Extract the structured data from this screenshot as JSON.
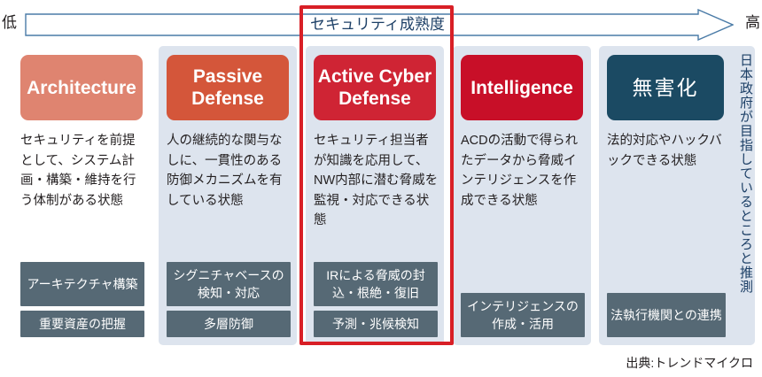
{
  "axis": {
    "low_label": "低",
    "high_label": "高",
    "title": "セキュリティ成熟度",
    "arrow_stroke_color": "#4a7ba7"
  },
  "columns": [
    {
      "header": "Architecture",
      "header_color": "#df8470",
      "header_is_japanese": false,
      "panel_shaded": false,
      "body": "セキュリティを前提として、システム計画・構築・維持を行う体制がある状態",
      "tags": [
        "アーキテクチャ構築",
        "重要資産の把握"
      ]
    },
    {
      "header": "Passive Defense",
      "header_color": "#d4563a",
      "header_is_japanese": false,
      "panel_shaded": true,
      "body": "人の継続的な関与なしに、一貫性のある防御メカニズムを有している状態",
      "tags": [
        "シグニチャベースの検知・対応",
        "多層防御"
      ]
    },
    {
      "header": "Active Cyber Defense",
      "header_color": "#cf2434",
      "header_is_japanese": false,
      "panel_shaded": true,
      "body": "セキュリティ担当者が知識を応用して、NW内部に潜む脅威を監視・対応できる状態",
      "tags": [
        "IRによる脅威の封込・根絶・復旧",
        "予測・兆候検知"
      ]
    },
    {
      "header": "Intelligence",
      "header_color": "#c80f28",
      "header_is_japanese": false,
      "panel_shaded": true,
      "body": "ACDの活動で得られたデータから脅威インテリジェンスを作成できる状態",
      "tags": [
        "インテリジェンスの作成・活用"
      ]
    },
    {
      "header": "無害化",
      "header_color": "#1b4a63",
      "header_is_japanese": true,
      "panel_shaded": true,
      "body": "法的対応やハックバックできる状態",
      "tags": [
        "法執行機関との連携"
      ]
    }
  ],
  "highlight": {
    "target_column_index": 2,
    "color": "#d81f26"
  },
  "vertical_note": "日本政府が目指しているところと推測",
  "source_note": "出典:トレンドマイクロ"
}
